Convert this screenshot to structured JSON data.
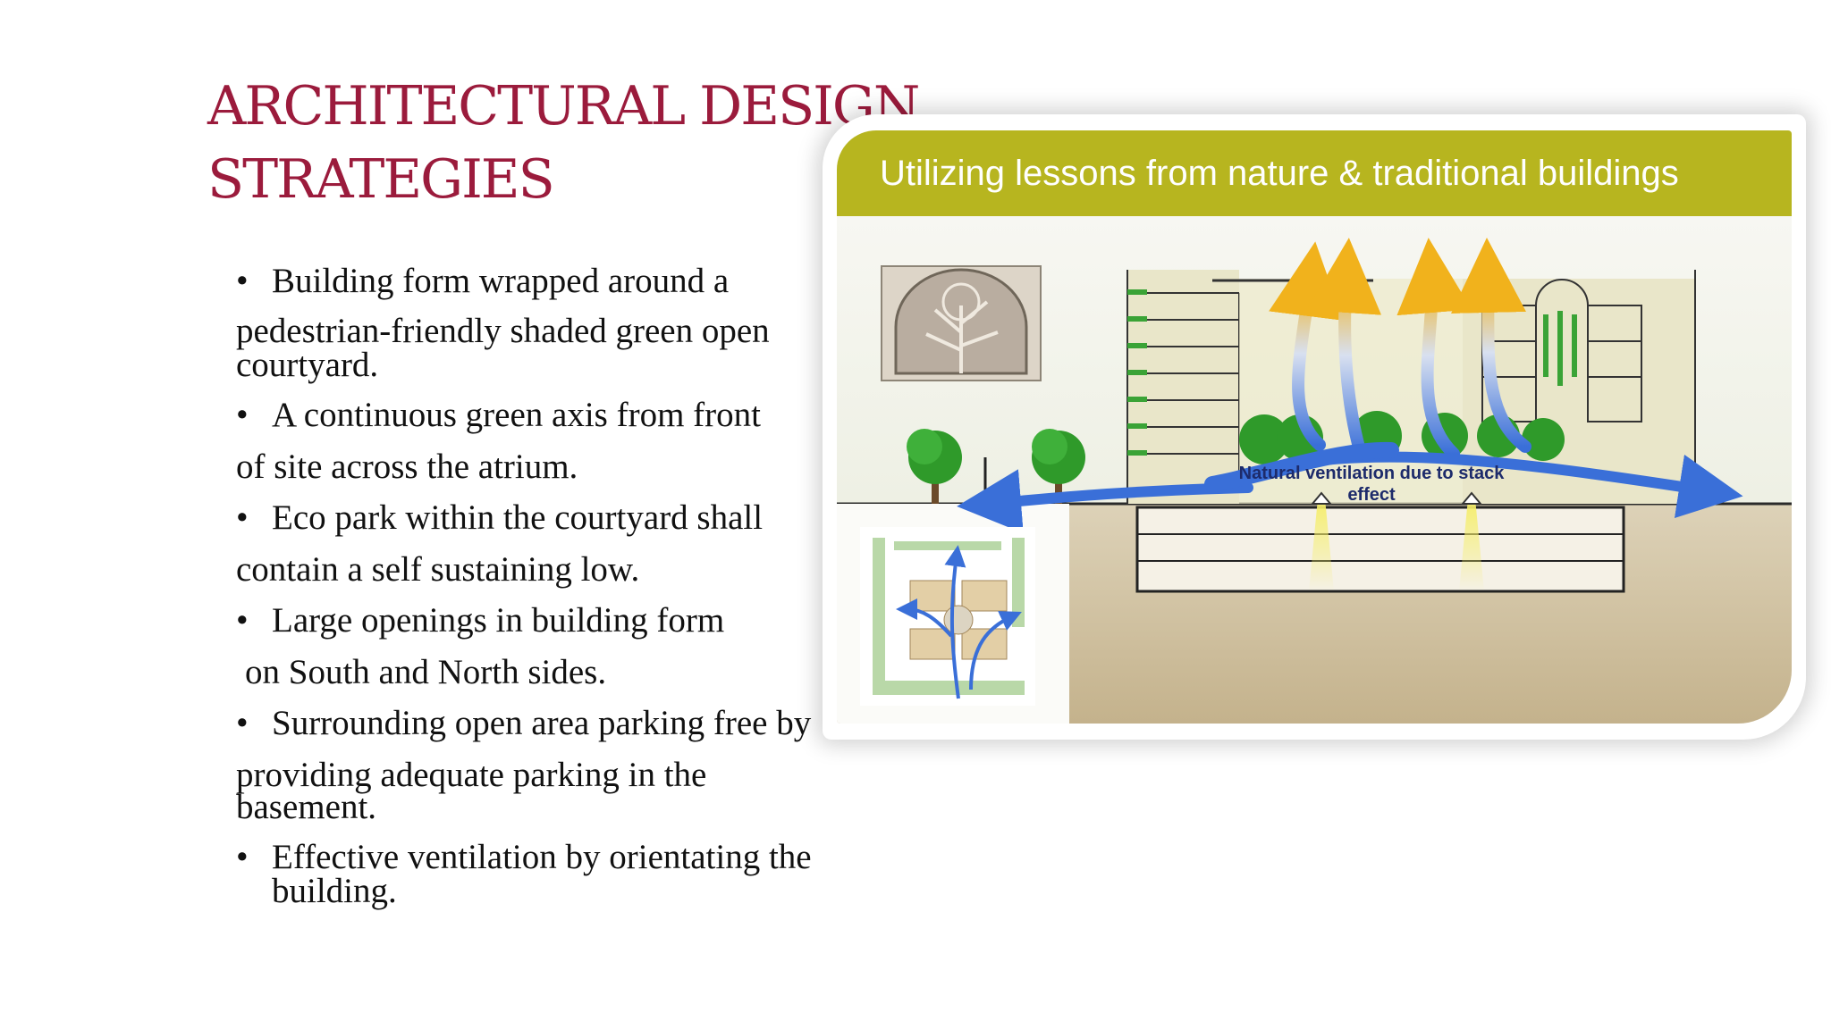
{
  "slide": {
    "title_line1": "ARCHITECTURAL DESIGN",
    "title_line2": "STRATEGIES",
    "bullets": [
      {
        "marker": "•",
        "lines": [
          "Building form wrapped around a",
          "pedestrian-friendly shaded green open",
          "courtyard."
        ]
      },
      {
        "marker": "•",
        "lines": [
          "A continuous green axis from front",
          "of site across the atrium."
        ]
      },
      {
        "marker": "•",
        "lines": [
          "Eco park within the courtyard shall",
          "contain a self sustaining low."
        ]
      },
      {
        "marker": "•",
        "lines": [
          "Large openings in building form",
          "on South and North sides."
        ]
      },
      {
        "marker": "•",
        "lines": [
          "Surrounding open area parking free by",
          "providing adequate parking in the",
          "basement."
        ]
      },
      {
        "marker": "•",
        "lines": [
          "Effective ventilation by orientating the",
          "building."
        ]
      }
    ]
  },
  "figure": {
    "banner_text": "Utilizing lessons from nature & traditional buildings",
    "label_line1": "Natural ventilation due to stack",
    "label_line2": "effect",
    "icons": [
      "jali-window-photo",
      "site-plan-icon",
      "tree-icon",
      "airflow-arrow-icon",
      "heat-arrow-icon",
      "light-beam-icon"
    ],
    "colors": {
      "banner": "#b7b51f",
      "airflow": "#3a6fd8",
      "heat": "#f1b21c",
      "tree": "#2f9a2a",
      "ground": "#c9b793",
      "title": "#9b1b3c"
    }
  }
}
